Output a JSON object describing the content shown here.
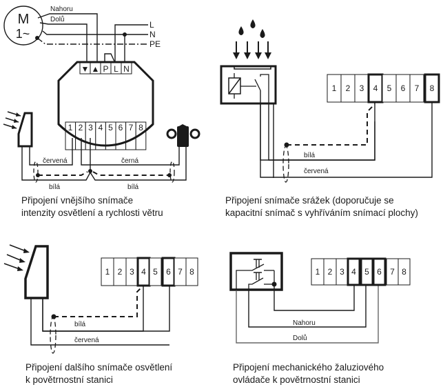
{
  "motor": {
    "line1": "M",
    "line2": "1~"
  },
  "top_left": {
    "wire_labels": {
      "up": "Nahoru",
      "down": "Dolů",
      "L": "L",
      "N": "N",
      "PE": "PE"
    },
    "actuator_terminals": [
      "▼",
      "▲",
      "P",
      "L",
      "N"
    ],
    "input_terminals": [
      "1",
      "2",
      "3",
      "4",
      "5",
      "6",
      "7",
      "8"
    ],
    "cable_labels": {
      "red": "červená",
      "black": "černá",
      "white_left": "bílá",
      "white_right": "bílá"
    },
    "caption": [
      "Připojení vnějšího snímače",
      "intenzity osvětlení a rychlosti větru"
    ]
  },
  "top_right": {
    "terminals": [
      "1",
      "2",
      "3",
      "4",
      "5",
      "6",
      "7",
      "8"
    ],
    "highlighted": [
      "4",
      "8"
    ],
    "cable_labels": {
      "white": "bílá",
      "red": "červená"
    },
    "caption": [
      "Připojení snímače srážek (doporučuje se",
      "kapacitní snímač s vyhříváním snímací plochy)"
    ]
  },
  "bottom_left": {
    "terminals": [
      "1",
      "2",
      "3",
      "4",
      "5",
      "6",
      "7",
      "8"
    ],
    "highlighted": [
      "4",
      "6"
    ],
    "cable_labels": {
      "white": "bílá",
      "red": "červená"
    },
    "caption": [
      "Připojení dalšího snímače osvětlení",
      "k povětrnostní stanici"
    ]
  },
  "bottom_right": {
    "terminals": [
      "1",
      "2",
      "3",
      "4",
      "5",
      "6",
      "7",
      "8"
    ],
    "highlighted": [
      "4",
      "5",
      "6"
    ],
    "cable_labels": {
      "up": "Nahoru",
      "down": "Dolů"
    },
    "caption": [
      "Připojení mechanického žaluziového",
      "ovládače k povětrnostní stanici"
    ]
  }
}
